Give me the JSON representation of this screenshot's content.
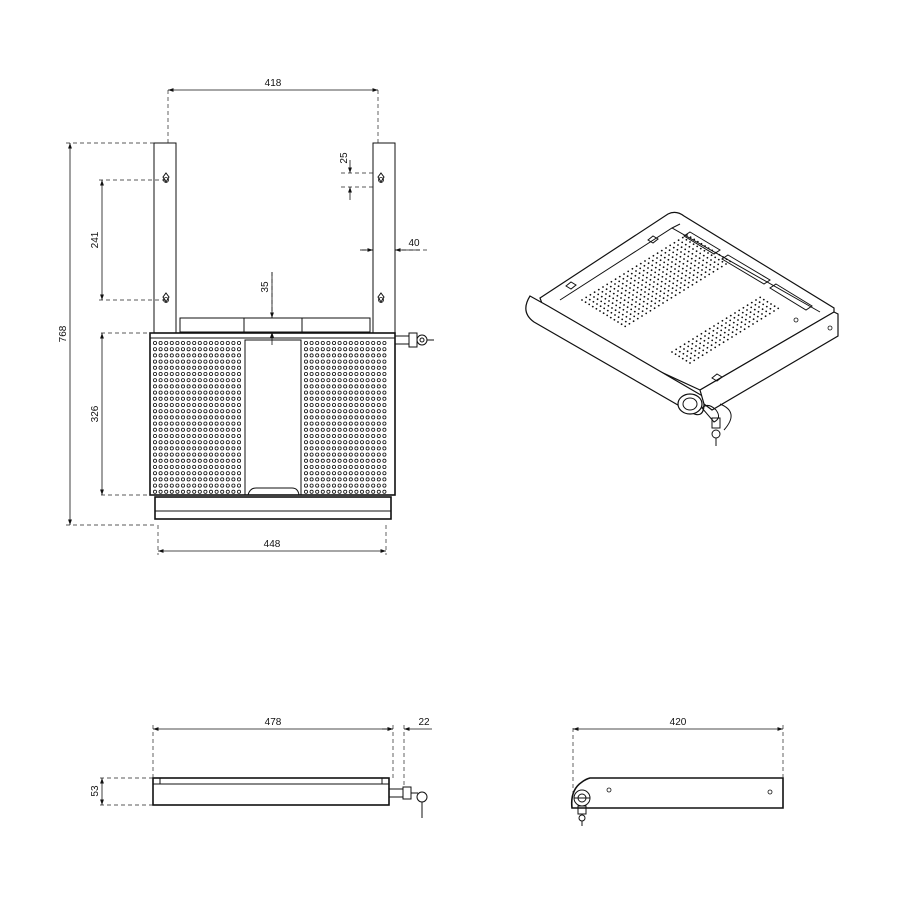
{
  "dimensions": {
    "front_upright_spacing": "418",
    "front_hole_diameter": "25",
    "front_upright_width": "40",
    "front_hole_pitch": "241",
    "front_total_height": "768",
    "front_top_gap": "35",
    "front_basket_height": "326",
    "front_base_width": "448",
    "side_total_width": "478",
    "side_key_projection": "22",
    "side_height": "53",
    "end_length": "420"
  },
  "colors": {
    "line": "#111111",
    "background": "#ffffff"
  }
}
